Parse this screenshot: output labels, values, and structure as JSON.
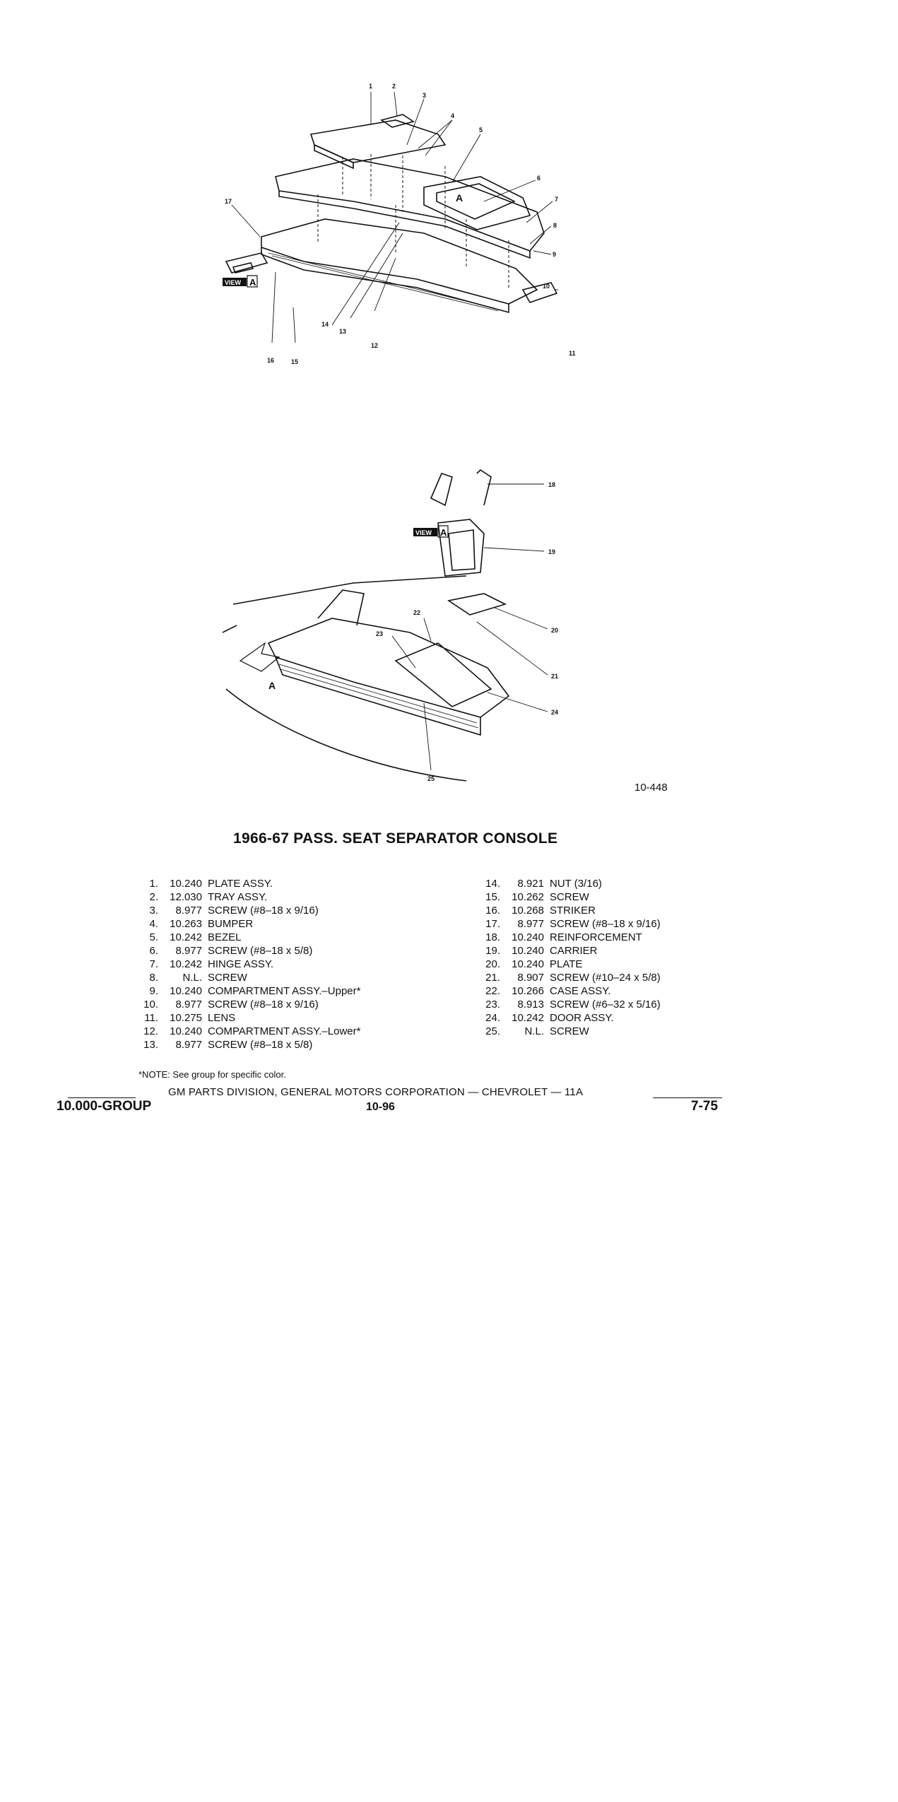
{
  "diagram": {
    "top_callouts": [
      "1",
      "2",
      "3",
      "4",
      "5",
      "6",
      "7",
      "8",
      "9",
      "10",
      "11",
      "12",
      "13",
      "14",
      "15",
      "16",
      "17"
    ],
    "bottom_callouts": [
      "18",
      "19",
      "20",
      "21",
      "22",
      "23",
      "24",
      "25"
    ],
    "view_label_word": "VIEW",
    "view_label_letter": "A",
    "inset_letter": "A",
    "figure_code": "10-448"
  },
  "title": "1966-67 PASS. SEAT SEPARATOR CONSOLE",
  "parts_left": [
    {
      "num": "1.",
      "group": "10.240",
      "desc": "PLATE ASSY."
    },
    {
      "num": "2.",
      "group": "12.030",
      "desc": "TRAY ASSY."
    },
    {
      "num": "3.",
      "group": "8.977",
      "desc": "SCREW (#8–18 x 9/16)"
    },
    {
      "num": "4.",
      "group": "10.263",
      "desc": "BUMPER"
    },
    {
      "num": "5.",
      "group": "10.242",
      "desc": "BEZEL"
    },
    {
      "num": "6.",
      "group": "8.977",
      "desc": "SCREW (#8–18 x 5/8)"
    },
    {
      "num": "7.",
      "group": "10.242",
      "desc": "HINGE ASSY."
    },
    {
      "num": "8.",
      "group": "N.L.",
      "desc": "SCREW"
    },
    {
      "num": "9.",
      "group": "10.240",
      "desc": "COMPARTMENT ASSY.–Upper*"
    },
    {
      "num": "10.",
      "group": "8.977",
      "desc": "SCREW (#8–18 x 9/16)"
    },
    {
      "num": "11.",
      "group": "10.275",
      "desc": "LENS"
    },
    {
      "num": "12.",
      "group": "10.240",
      "desc": "COMPARTMENT ASSY.–Lower*"
    },
    {
      "num": "13.",
      "group": "8.977",
      "desc": "SCREW (#8–18 x 5/8)"
    }
  ],
  "parts_right": [
    {
      "num": "14.",
      "group": "8.921",
      "desc": "NUT (3/16)"
    },
    {
      "num": "15.",
      "group": "10.262",
      "desc": "SCREW"
    },
    {
      "num": "16.",
      "group": "10.268",
      "desc": "STRIKER"
    },
    {
      "num": "17.",
      "group": "8.977",
      "desc": "SCREW (#8–18 x 9/16)"
    },
    {
      "num": "18.",
      "group": "10.240",
      "desc": "REINFORCEMENT"
    },
    {
      "num": "19.",
      "group": "10.240",
      "desc": "CARRIER"
    },
    {
      "num": "20.",
      "group": "10.240",
      "desc": "PLATE"
    },
    {
      "num": "21.",
      "group": "8.907",
      "desc": "SCREW (#10–24 x 5/8)"
    },
    {
      "num": "22.",
      "group": "10.266",
      "desc": "CASE ASSY."
    },
    {
      "num": "23.",
      "group": "8.913",
      "desc": "SCREW (#6–32 x 5/16)"
    },
    {
      "num": "24.",
      "group": "10.242",
      "desc": "DOOR ASSY."
    },
    {
      "num": "25.",
      "group": "N.L.",
      "desc": "SCREW"
    }
  ],
  "note": "*NOTE: See group for specific color.",
  "footer": {
    "line": "GM PARTS DIVISION, GENERAL MOTORS CORPORATION — CHEVROLET — 11A",
    "group": "10.000-GROUP",
    "page": "10-96",
    "date": "7-75"
  }
}
